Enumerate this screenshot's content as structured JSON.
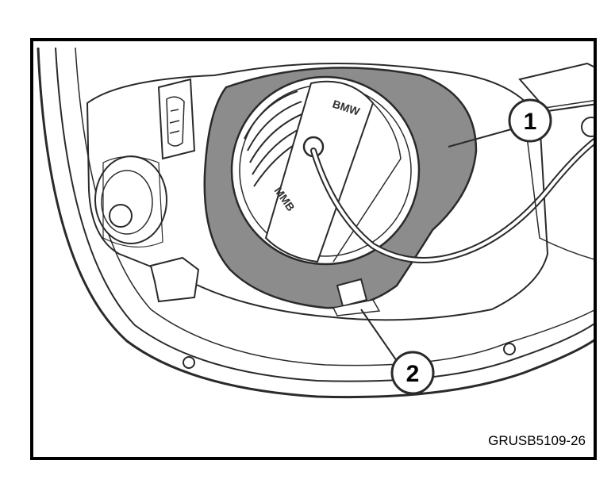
{
  "figure": {
    "code": "GRUSB5109-26",
    "cap_text_top": "BMW",
    "cap_text_bottom": "MMB"
  },
  "callouts": [
    {
      "label": "1"
    },
    {
      "label": "2"
    }
  ],
  "colors": {
    "frame": "#000000",
    "highlight_seal": "#8c8c8c",
    "line": "#2a2a2a",
    "background": "#ffffff"
  }
}
